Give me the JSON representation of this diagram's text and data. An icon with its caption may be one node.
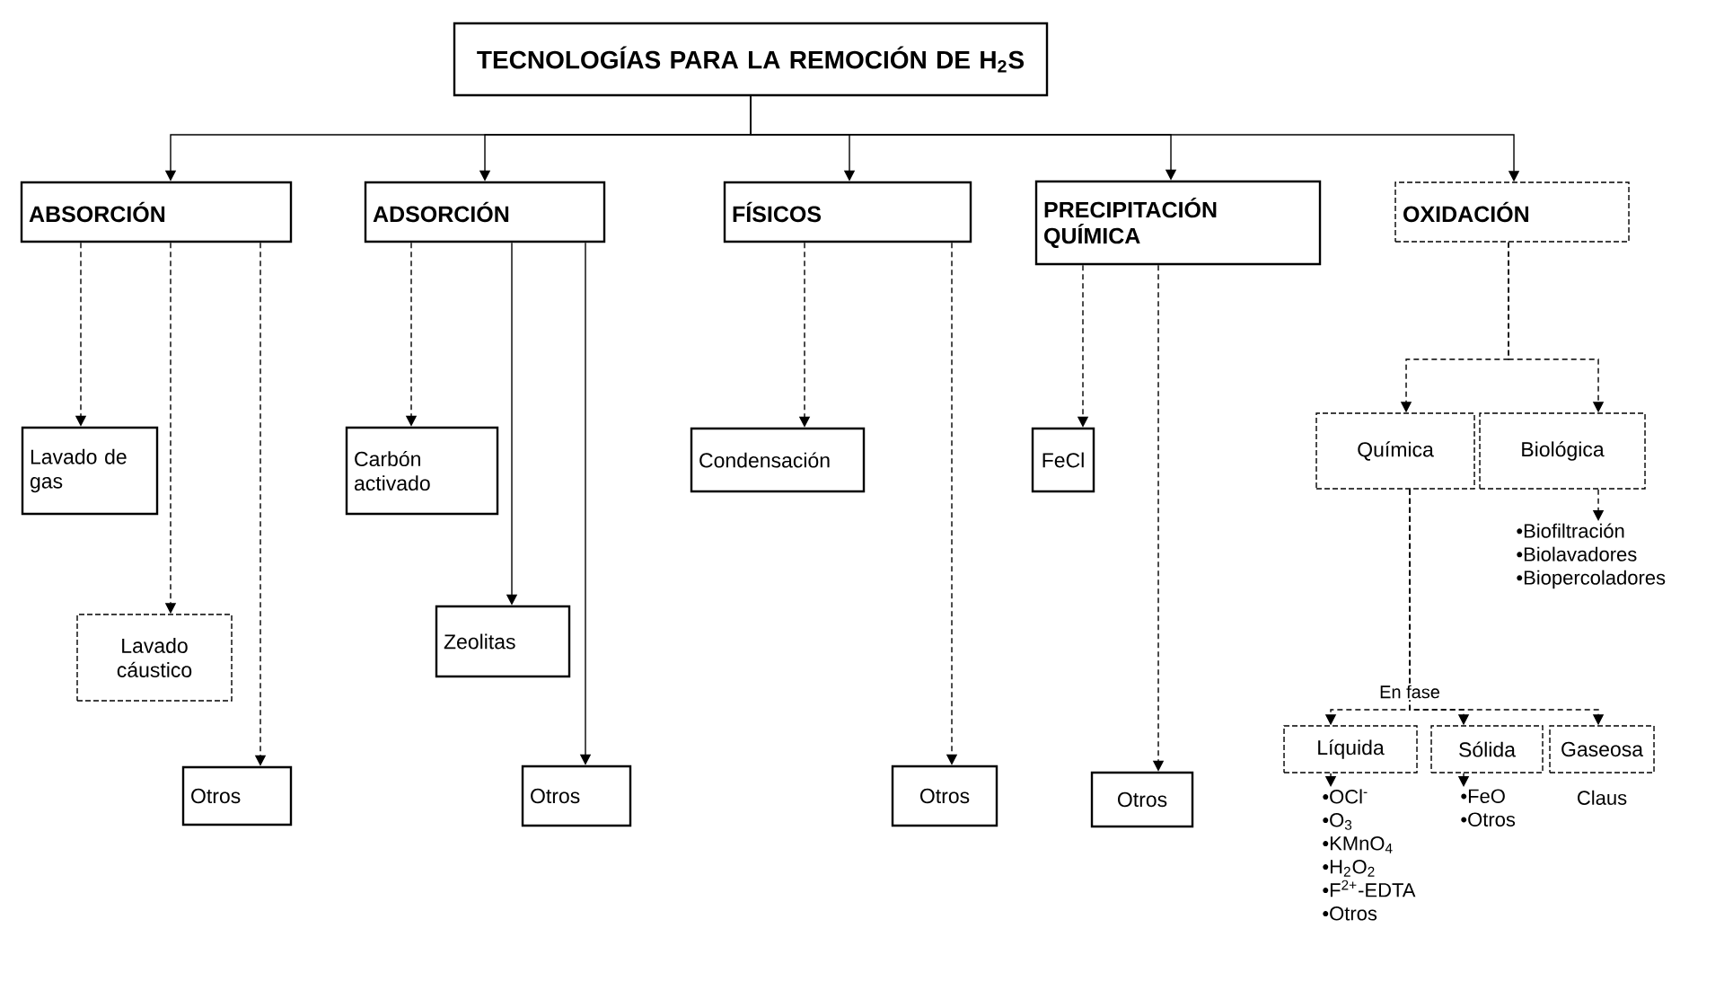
{
  "diagram": {
    "nodes": [
      {
        "text": [
          "TECNOLOGÍAS PARA LA REMOCIÓN DE H$_{2}$S"
        ]
      },
      {
        "text": [
          "ABSORCIÓN"
        ]
      },
      {
        "text": [
          "ADSORCIÓN"
        ]
      },
      {
        "text": [
          "FÍSICOS"
        ]
      },
      {
        "text": [
          "PRECIPITACIÓN QUÍMICA"
        ]
      },
      {
        "text": [
          "OXIDACIÓN"
        ]
      },
      {
        "text": [
          "Lavado de gas"
        ]
      },
      {
        "text": [
          "Lavado cáustico"
        ]
      },
      {
        "text": [
          "Otros"
        ]
      },
      {
        "text": [
          "Carbón activado"
        ]
      },
      {
        "text": [
          "Zeolitas"
        ]
      },
      {
        "text": [
          "Otros"
        ]
      },
      {
        "text": [
          "Condensación"
        ]
      },
      {
        "text": [
          "Otros"
        ]
      },
      {
        "text": [
          "FeCl"
        ]
      },
      {
        "text": [
          "Otros"
        ]
      },
      {
        "text": [
          "Química"
        ]
      },
      {
        "text": [
          "Biológica"
        ]
      },
      {
        "text": [
          "•Biofiltración",
          "•Biolavadores",
          "•Biopercoladores"
        ]
      },
      {
        "text": [
          "Líquida"
        ]
      },
      {
        "text": [
          "Sólida"
        ]
      },
      {
        "text": [
          "Gaseosa"
        ],
        "beside": [
          "Claus"
        ]
      },
      {
        "text": [
          "•OCl$^{-}$",
          "•O$_{3}$",
          "•KMnO$_{4}$",
          "•H$_{2}$O$_{2}$",
          "•F$^{2+}$-EDTA",
          "•Otros"
        ]
      },
      {
        "text": [
          "•FeO",
          "•Otros"
        ]
      }
    ],
    "edges": [
      {
        "from": 0,
        "to": 1,
        "arrow": "to"
      },
      {
        "from": 0,
        "to": 2,
        "arrow": "to"
      },
      {
        "from": 0,
        "to": 3,
        "arrow": "to"
      },
      {
        "from": 0,
        "to": 4,
        "arrow": "to"
      },
      {
        "from": 0,
        "to": 5,
        "arrow": "to"
      },
      {
        "from": 1,
        "to": 6,
        "arrow": "to",
        "style": "dashed"
      },
      {
        "from": 1,
        "to": 7,
        "arrow": "to",
        "style": "dashed"
      },
      {
        "from": 1,
        "to": 8,
        "arrow": "to",
        "style": "dashed"
      },
      {
        "from": 2,
        "to": 9,
        "arrow": "to",
        "style": "dashed"
      },
      {
        "from": 2,
        "to": 10,
        "arrow": "to"
      },
      {
        "from": 2,
        "to": 11,
        "arrow": "to"
      },
      {
        "from": 3,
        "to": 12,
        "arrow": "to",
        "style": "dashed"
      },
      {
        "from": 3,
        "to": 13,
        "arrow": "to",
        "style": "dashed"
      },
      {
        "from": 4,
        "to": 14,
        "arrow": "to",
        "style": "dashed"
      },
      {
        "from": 4,
        "to": 15,
        "arrow": "to",
        "style": "dashed"
      },
      {
        "from": 5,
        "to": 16,
        "arrow": "to",
        "style": "dashed"
      },
      {
        "from": 5,
        "to": 17,
        "arrow": "to",
        "style": "dashed"
      },
      {
        "from": 17,
        "to": 18,
        "arrow": "to",
        "style": "dashed"
      },
      {
        "from": 16,
        "to": 19,
        "arrow": "to",
        "style": "dashed"
      },
      {
        "from": 16,
        "to": 20,
        "arrow": "to",
        "style": "dashed",
        "label": "En fase"
      },
      {
        "from": 16,
        "to": 21,
        "arrow": "to",
        "style": "dashed"
      },
      {
        "from": 19,
        "to": 22,
        "arrow": "to"
      },
      {
        "from": 20,
        "to": 23,
        "arrow": "to"
      }
    ]
  }
}
